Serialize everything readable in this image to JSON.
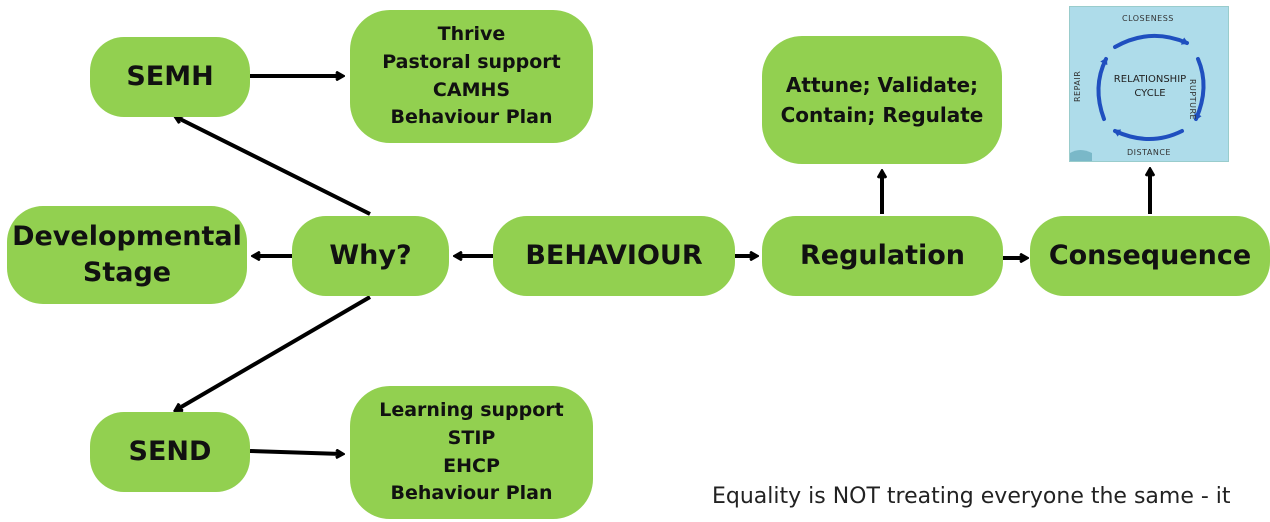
{
  "nodes": {
    "semh": "SEMH",
    "semh_support": [
      "Thrive",
      "Pastoral support",
      "CAMHS",
      "Behaviour Plan"
    ],
    "developmental_stage": [
      "Developmental",
      "Stage"
    ],
    "why": "Why?",
    "behaviour": "BEHAVIOUR",
    "regulation": "Regulation",
    "regulation_actions": [
      "Attune; Validate;",
      "Contain; Regulate"
    ],
    "consequence": "Consequence",
    "send": "SEND",
    "send_support": [
      "Learning support",
      "STIP",
      "EHCP",
      "Behaviour Plan"
    ]
  },
  "relationship_cycle": {
    "center": [
      "RELATIONSHIP",
      "CYCLE"
    ],
    "top": "CLOSENESS",
    "right": "RUPTURE",
    "bottom": "DISTANCE",
    "left": "REPAIR",
    "arrow_color": "#1f4fbf",
    "background": "#aedcea"
  },
  "footer": "Equality is NOT treating everyone the same - it",
  "colors": {
    "node_fill": "#92d050",
    "arrow": "#000000"
  }
}
